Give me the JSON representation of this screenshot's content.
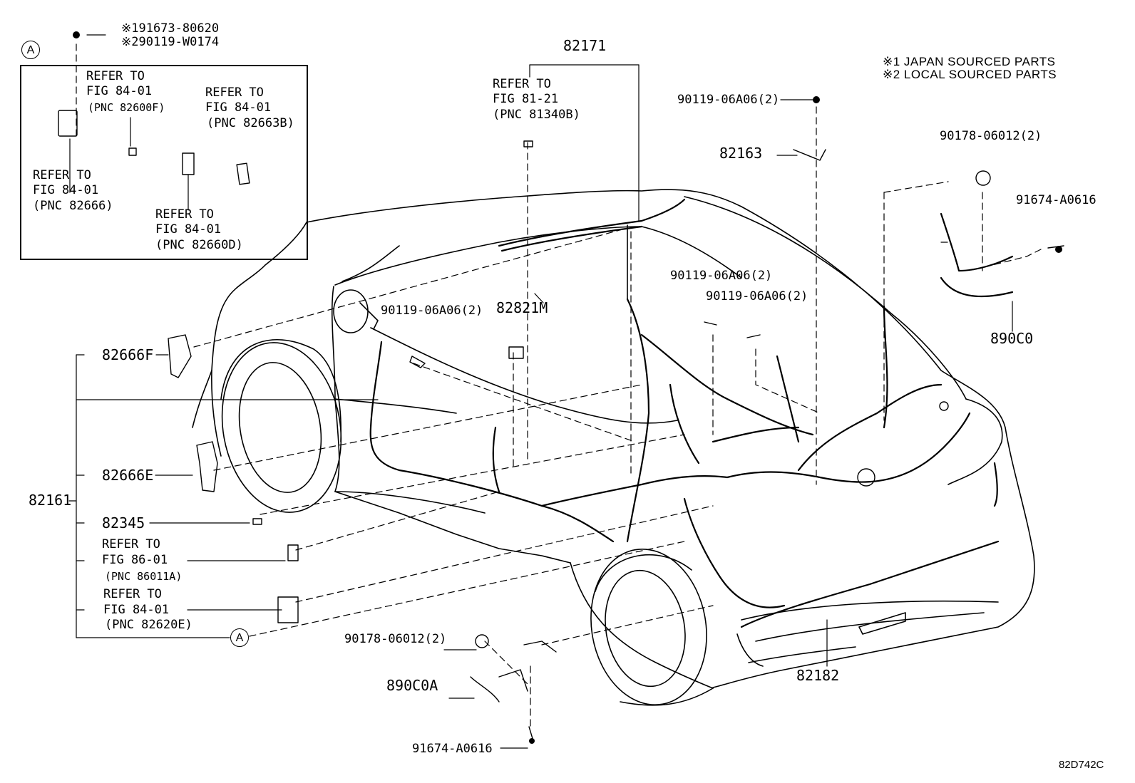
{
  "diagram": {
    "figure_code": "82D742C",
    "notes": [
      "※1 JAPAN SOURCED PARTS",
      "※2 LOCAL SOURCED PARTS"
    ],
    "inset": {
      "marker": "A",
      "bolt_parts": [
        "※191673-80620",
        "※290119-W0174"
      ],
      "refs": [
        {
          "l1": "REFER TO",
          "l2": "FIG 84-01",
          "l3": "(PNC 82600F)"
        },
        {
          "l1": "REFER TO",
          "l2": "FIG 84-01",
          "l3": "(PNC 82663B)"
        },
        {
          "l1": "REFER TO",
          "l2": "FIG 84-01",
          "l3": "(PNC 82666)"
        },
        {
          "l1": "REFER TO",
          "l2": "FIG 84-01",
          "l3": "(PNC 82660D)"
        }
      ]
    },
    "left_group": {
      "main": "82161",
      "items": [
        "82666F",
        "82666E",
        "82345"
      ],
      "ref_8601": {
        "l1": "REFER TO",
        "l2": "FIG 86-01",
        "l3": "(PNC 86011A)"
      },
      "ref_8401": {
        "l1": "REFER TO",
        "l2": "FIG 84-01",
        "l3": "(PNC 82620E)"
      },
      "marker": "A"
    },
    "top": {
      "p82171": "82171",
      "ref_8121": {
        "l1": "REFER TO",
        "l2": "FIG 81-21",
        "l3": "(PNC 81340B)"
      },
      "p82821M": "82821M",
      "bolt_a": "90119-06A06(2)",
      "bolt_b": "90119-06A06(2)",
      "bolt_c": "90119-06A06(2)",
      "bolt_d": "90119-06A06(2)",
      "p82163": "82163"
    },
    "right": {
      "nut": "90178-06012(2)",
      "bolt": "91674-A0616",
      "p890C0": "890C0"
    },
    "bottom": {
      "nut": "90178-06012(2)",
      "p890C0A": "890C0A",
      "bolt": "91674-A0616",
      "p82182": "82182"
    }
  }
}
